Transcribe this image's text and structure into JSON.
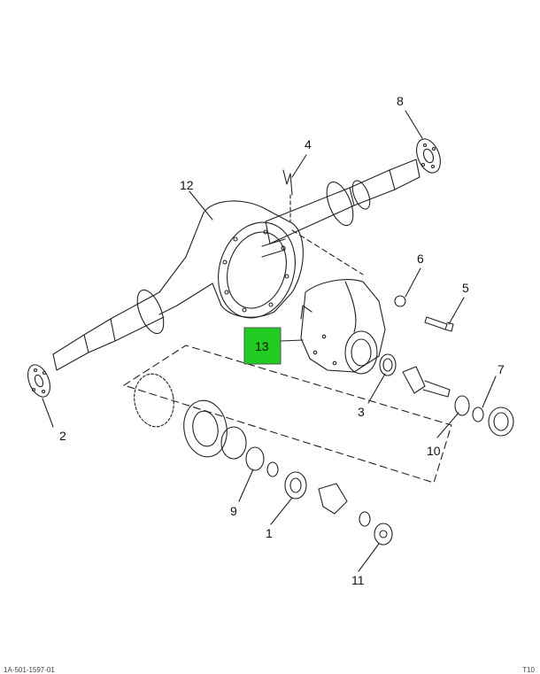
{
  "diagram": {
    "callouts": {
      "c1": "1",
      "c2": "2",
      "c3": "3",
      "c4": "4",
      "c5": "5",
      "c6": "6",
      "c7": "7",
      "c8": "8",
      "c9": "9",
      "c10": "10",
      "c11": "11",
      "c12": "12",
      "c13": "13"
    },
    "highlight_color": "#22cc22"
  },
  "footer": {
    "left": "1A-501-1597-01",
    "right": "T10"
  }
}
